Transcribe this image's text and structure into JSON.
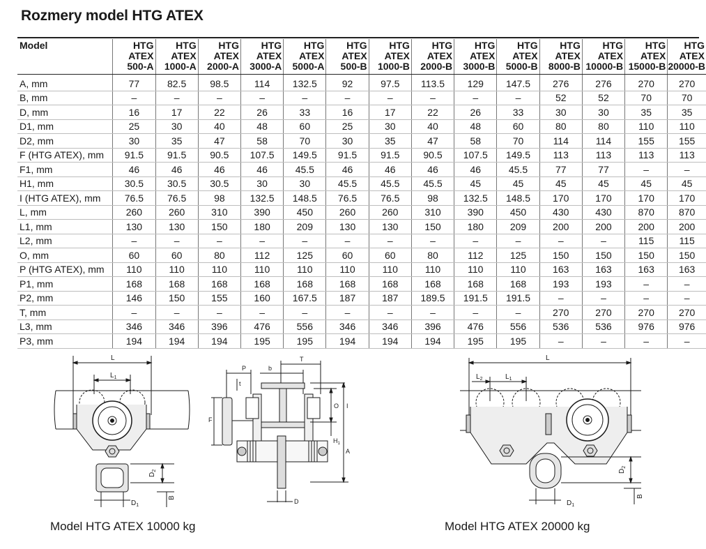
{
  "title": "Rozmery model HTG ATEX",
  "table": {
    "corner_label": "Model",
    "columns": [
      [
        "HTG",
        "ATEX",
        "500-A"
      ],
      [
        "HTG",
        "ATEX",
        "1000-A"
      ],
      [
        "HTG",
        "ATEX",
        "2000-A"
      ],
      [
        "HTG",
        "ATEX",
        "3000-A"
      ],
      [
        "HTG",
        "ATEX",
        "5000-A"
      ],
      [
        "HTG",
        "ATEX",
        "500-B"
      ],
      [
        "HTG",
        "ATEX",
        "1000-B"
      ],
      [
        "HTG",
        "ATEX",
        "2000-B"
      ],
      [
        "HTG",
        "ATEX",
        "3000-B"
      ],
      [
        "HTG",
        "ATEX",
        "5000-B"
      ],
      [
        "HTG",
        "ATEX",
        "8000-B"
      ],
      [
        "HTG",
        "ATEX",
        "10000-B"
      ],
      [
        "HTG",
        "ATEX",
        "15000-B"
      ],
      [
        "HTG",
        "ATEX",
        "20000-B"
      ]
    ],
    "rows": [
      {
        "label": "A, mm",
        "values": [
          "77",
          "82.5",
          "98.5",
          "114",
          "132.5",
          "92",
          "97.5",
          "113.5",
          "129",
          "147.5",
          "276",
          "276",
          "270",
          "270"
        ]
      },
      {
        "label": "B, mm",
        "values": [
          "–",
          "–",
          "–",
          "–",
          "–",
          "–",
          "–",
          "–",
          "–",
          "–",
          "52",
          "52",
          "70",
          "70"
        ]
      },
      {
        "label": "D, mm",
        "values": [
          "16",
          "17",
          "22",
          "26",
          "33",
          "16",
          "17",
          "22",
          "26",
          "33",
          "30",
          "30",
          "35",
          "35"
        ]
      },
      {
        "label": "D1, mm",
        "values": [
          "25",
          "30",
          "40",
          "48",
          "60",
          "25",
          "30",
          "40",
          "48",
          "60",
          "80",
          "80",
          "110",
          "110"
        ]
      },
      {
        "label": "D2, mm",
        "values": [
          "30",
          "35",
          "47",
          "58",
          "70",
          "30",
          "35",
          "47",
          "58",
          "70",
          "114",
          "114",
          "155",
          "155"
        ]
      },
      {
        "label": "F (HTG ATEX), mm",
        "values": [
          "91.5",
          "91.5",
          "90.5",
          "107.5",
          "149.5",
          "91.5",
          "91.5",
          "90.5",
          "107.5",
          "149.5",
          "113",
          "113",
          "113",
          "113"
        ]
      },
      {
        "label": "F1, mm",
        "values": [
          "46",
          "46",
          "46",
          "46",
          "45.5",
          "46",
          "46",
          "46",
          "46",
          "45.5",
          "77",
          "77",
          "–",
          "–"
        ]
      },
      {
        "label": "H1, mm",
        "values": [
          "30.5",
          "30.5",
          "30.5",
          "30",
          "30",
          "45.5",
          "45.5",
          "45.5",
          "45",
          "45",
          "45",
          "45",
          "45",
          "45"
        ]
      },
      {
        "label": "I (HTG ATEX), mm",
        "values": [
          "76.5",
          "76.5",
          "98",
          "132.5",
          "148.5",
          "76.5",
          "76.5",
          "98",
          "132.5",
          "148.5",
          "170",
          "170",
          "170",
          "170"
        ]
      },
      {
        "label": "L, mm",
        "values": [
          "260",
          "260",
          "310",
          "390",
          "450",
          "260",
          "260",
          "310",
          "390",
          "450",
          "430",
          "430",
          "870",
          "870"
        ]
      },
      {
        "label": "L1, mm",
        "values": [
          "130",
          "130",
          "150",
          "180",
          "209",
          "130",
          "130",
          "150",
          "180",
          "209",
          "200",
          "200",
          "200",
          "200"
        ]
      },
      {
        "label": "L2, mm",
        "values": [
          "–",
          "–",
          "–",
          "–",
          "–",
          "–",
          "–",
          "–",
          "–",
          "–",
          "–",
          "–",
          "115",
          "115"
        ]
      },
      {
        "label": "O, mm",
        "values": [
          "60",
          "60",
          "80",
          "112",
          "125",
          "60",
          "60",
          "80",
          "112",
          "125",
          "150",
          "150",
          "150",
          "150"
        ]
      },
      {
        "label": "P (HTG ATEX), mm",
        "values": [
          "110",
          "110",
          "110",
          "110",
          "110",
          "110",
          "110",
          "110",
          "110",
          "110",
          "163",
          "163",
          "163",
          "163"
        ]
      },
      {
        "label": "P1, mm",
        "values": [
          "168",
          "168",
          "168",
          "168",
          "168",
          "168",
          "168",
          "168",
          "168",
          "168",
          "193",
          "193",
          "–",
          "–"
        ]
      },
      {
        "label": "P2, mm",
        "values": [
          "146",
          "150",
          "155",
          "160",
          "167.5",
          "187",
          "187",
          "189.5",
          "191.5",
          "191.5",
          "–",
          "–",
          "–",
          "–"
        ]
      },
      {
        "label": "T, mm",
        "values": [
          "–",
          "–",
          "–",
          "–",
          "–",
          "–",
          "–",
          "–",
          "–",
          "–",
          "270",
          "270",
          "270",
          "270"
        ]
      },
      {
        "label": "L3, mm",
        "values": [
          "346",
          "346",
          "396",
          "476",
          "556",
          "346",
          "346",
          "396",
          "476",
          "556",
          "536",
          "536",
          "976",
          "976"
        ]
      },
      {
        "label": "P3, mm",
        "values": [
          "194",
          "194",
          "194",
          "195",
          "195",
          "194",
          "194",
          "194",
          "195",
          "195",
          "–",
          "–",
          "–",
          "–"
        ]
      }
    ]
  },
  "figures": {
    "left": {
      "caption": "Model HTG ATEX 10000 kg",
      "labels": {
        "L": "L",
        "L1": "L",
        "L1_sub": "1",
        "D2": "D",
        "D2_sub": "2",
        "D1": "D",
        "D1_sub": "1",
        "B": "B"
      }
    },
    "middle": {
      "labels": {
        "P": "P",
        "b": "b",
        "T": "T",
        "t": "t",
        "F": "F",
        "O": "O",
        "I": "I",
        "H1": "H",
        "H1_sub": "1",
        "A": "A",
        "D": "D"
      }
    },
    "right": {
      "caption": "Model HTG ATEX 20000 kg",
      "labels": {
        "L": "L",
        "L2": "L",
        "L2_sub": "2",
        "L1": "L",
        "L1_sub": "1",
        "D2": "D",
        "D2_sub": "2",
        "D1": "D",
        "D1_sub": "1",
        "B": "B"
      }
    }
  }
}
